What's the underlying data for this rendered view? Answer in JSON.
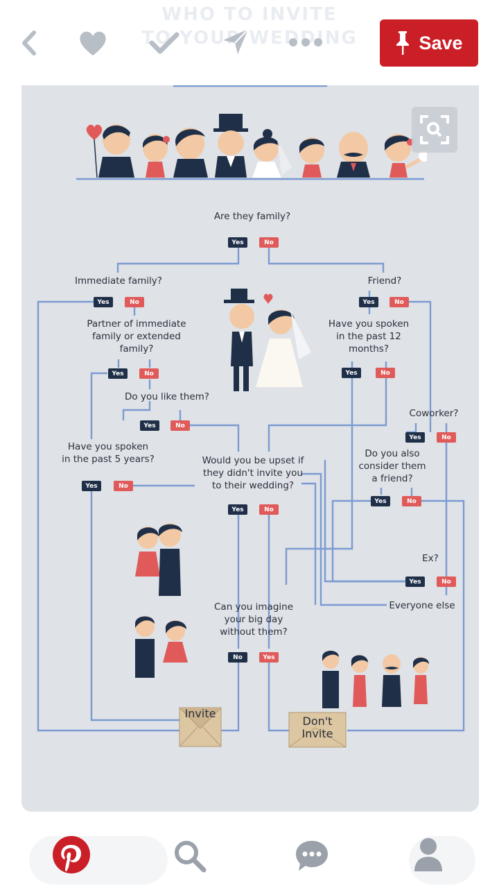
{
  "header": {
    "ghost_title_line1": "WHO TO INVITE",
    "ghost_title_line2": "TO YOUR WEDDING",
    "save_label": "Save"
  },
  "flowchart": {
    "q_family": "Are they family?",
    "q_immediate": "Immediate family?",
    "q_friend": "Friend?",
    "q_partner_l1": "Partner of immediate",
    "q_partner_l2": "family or extended",
    "q_partner_l3": "family?",
    "q_spoken12_l1": "Have you spoken",
    "q_spoken12_l2": "in the past 12",
    "q_spoken12_l3": "months?",
    "q_like": "Do you like them?",
    "q_coworker": "Coworker?",
    "q_spoken5_l1": "Have you spoken",
    "q_spoken5_l2": "in the past 5 years?",
    "q_upset_l1": "Would you be upset if",
    "q_upset_l2": "they didn't invite you",
    "q_upset_l3": "to their wedding?",
    "q_friend2_l1": "Do you also",
    "q_friend2_l2": "consider them",
    "q_friend2_l3": "a friend?",
    "q_ex": "Ex?",
    "q_everyone": "Everyone else",
    "q_imagine_l1": "Can you imagine",
    "q_imagine_l2": "your big day",
    "q_imagine_l3": "without them?",
    "yes": "Yes",
    "no": "No",
    "invite": "Invite",
    "dont_l1": "Don't",
    "dont_l2": "Invite"
  },
  "colors": {
    "save_red": "#cb1f27",
    "line_blue": "#7b9bd1",
    "yes_navy": "#1f2f48",
    "no_red": "#e05a5a",
    "background": "#dfe2e7"
  },
  "icons": [
    "back-icon",
    "heart-icon",
    "check-icon",
    "send-icon",
    "more-icon",
    "pin-icon",
    "zoom-icon",
    "pinterest-logo-icon",
    "search-icon",
    "chat-icon",
    "profile-icon"
  ]
}
